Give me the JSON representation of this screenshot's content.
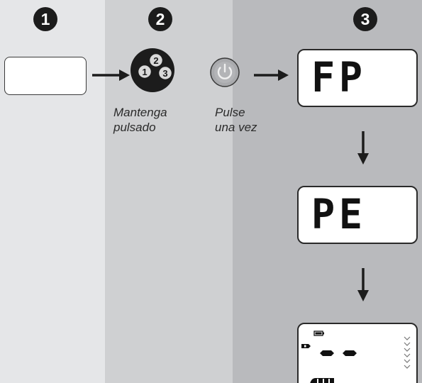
{
  "steps": [
    "1",
    "2",
    "3"
  ],
  "buttons": [
    "1",
    "2",
    "3"
  ],
  "captions": {
    "hold": [
      "Mantenga",
      "pulsado"
    ],
    "press": [
      "Pulse",
      "una vez"
    ]
  },
  "displays": {
    "first": "FP",
    "second": "PE"
  },
  "icons": {
    "power": "power-icon",
    "battery": "battery-icon"
  },
  "colors": {
    "col1": "#e5e6e8",
    "col2": "#cfd0d2",
    "col3": "#b9babd",
    "ink": "#1c1c1c"
  }
}
